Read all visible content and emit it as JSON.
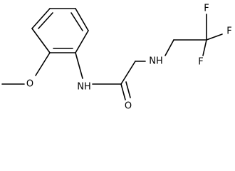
{
  "molecule": {
    "atom_labels": {
      "methoxy_o": "O",
      "amide_nh": "NH",
      "carbonyl_o": "O",
      "amine_nh": "NH",
      "f_top_left": "F",
      "f_top_right": "F",
      "f_right": "F"
    }
  }
}
